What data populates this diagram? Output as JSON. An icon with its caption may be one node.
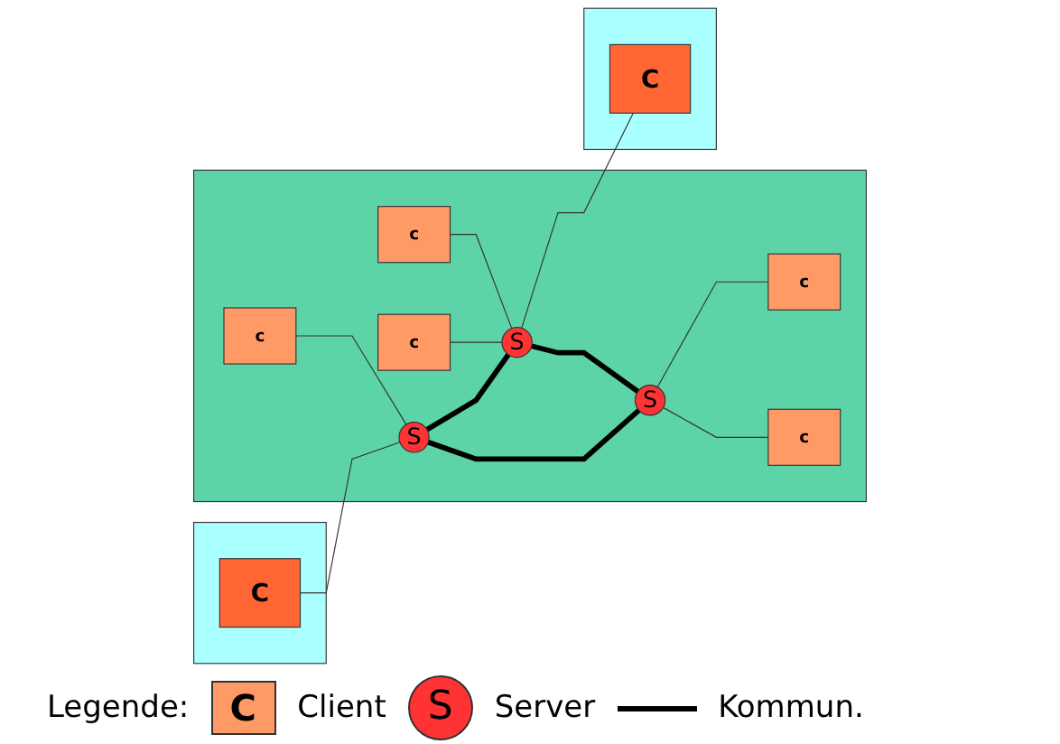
{
  "diagram": {
    "nodes": [
      {
        "text": [],
        "shape": "box"
      },
      {
        "text": [],
        "shape": "box"
      },
      {
        "text": [],
        "shape": "box"
      },
      {
        "text": [
          "c"
        ],
        "in": 1
      },
      {
        "text": [
          "c"
        ],
        "in": 1
      },
      {
        "text": [
          "c"
        ],
        "in": 1
      },
      {
        "text": [
          "C"
        ],
        "in": 0
      },
      {
        "text": [
          "S"
        ],
        "in": 1
      },
      {
        "text": [
          "S"
        ],
        "in": 1
      },
      {
        "text": [
          "C"
        ],
        "in": 2
      },
      {
        "text": [
          "S"
        ],
        "in": 1
      },
      {
        "text": [
          "c"
        ],
        "in": 1
      },
      {
        "text": [
          "c"
        ],
        "in": 1
      }
    ],
    "edges": [
      {
        "from": 3,
        "to": 7,
        "arrow": "none"
      },
      {
        "from": 4,
        "to": 8,
        "arrow": "none"
      },
      {
        "from": 5,
        "to": 8,
        "arrow": "none"
      },
      {
        "from": 6,
        "to": 7,
        "arrow": "none"
      },
      {
        "from": 7,
        "to": 8,
        "arrow": "none",
        "style": "thick"
      },
      {
        "from": 8,
        "to": 9,
        "arrow": "none"
      },
      {
        "from": 7,
        "to": 10,
        "arrow": "none",
        "style": "thick"
      },
      {
        "from": 8,
        "to": 10,
        "arrow": "none",
        "style": "thick"
      },
      {
        "from": 10,
        "to": 11,
        "arrow": "none"
      },
      {
        "from": 10,
        "to": 12,
        "arrow": "none"
      }
    ],
    "labels": [
      "Legende:",
      "C",
      "S"
    ],
    "legend": [
      {
        "text": "Client"
      },
      {
        "text": "Server"
      },
      {
        "text": "Kommun."
      }
    ]
  }
}
